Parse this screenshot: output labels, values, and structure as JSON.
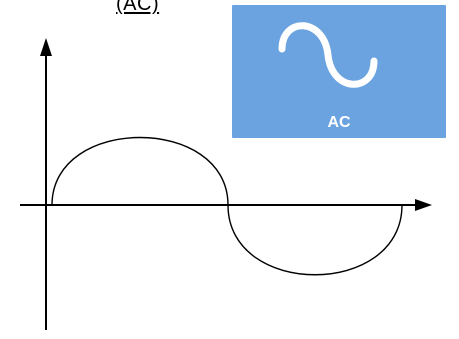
{
  "header": {
    "label": "(AC)"
  },
  "badge": {
    "label": "AC",
    "icon": "sine-wave-icon",
    "background_color": "#6aa3df",
    "foreground_color": "#ffffff"
  },
  "diagram": {
    "type": "sine-wave",
    "cycles": 1,
    "axes": [
      "vertical-axis-with-arrow",
      "horizontal-axis-with-arrow"
    ],
    "line_color": "#000000"
  }
}
